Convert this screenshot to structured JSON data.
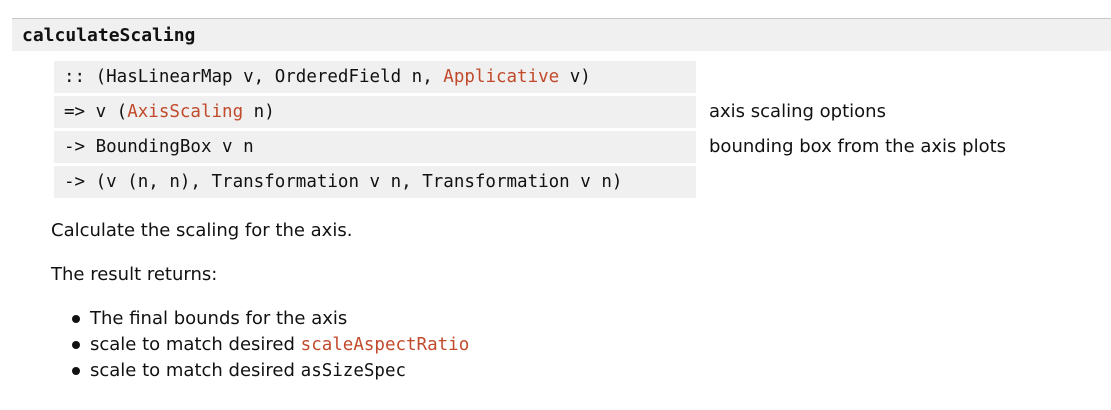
{
  "function": {
    "name": "calculateScaling"
  },
  "signature": {
    "rows": [
      {
        "prefix": ":: (HasLinearMap v, OrderedField n, ",
        "link": "Applicative",
        "suffix": " v)",
        "doc": ""
      },
      {
        "prefix": "=> v (",
        "link": "AxisScaling",
        "suffix": " n)",
        "doc": "axis scaling options"
      },
      {
        "prefix": "-> BoundingBox v n",
        "link": "",
        "suffix": "",
        "doc": "bounding box from the axis plots"
      },
      {
        "prefix": "-> (v (n, n), Transformation v n, Transformation v n)",
        "link": "",
        "suffix": "",
        "doc": ""
      }
    ]
  },
  "description": {
    "paragraph1": "Calculate the scaling for the axis.",
    "paragraph2": "The result returns:",
    "bullets": [
      {
        "text": "The final bounds for the axis",
        "code": ""
      },
      {
        "text": "scale to match desired ",
        "code": "scaleAspectRatio"
      },
      {
        "text": "scale to match desired ",
        "code": "asSizeSpec"
      }
    ]
  },
  "colors": {
    "header_bg": "#f0f0f0",
    "code_bg": "#f0f0f0",
    "link": "#c14a2b",
    "text": "#111111"
  }
}
